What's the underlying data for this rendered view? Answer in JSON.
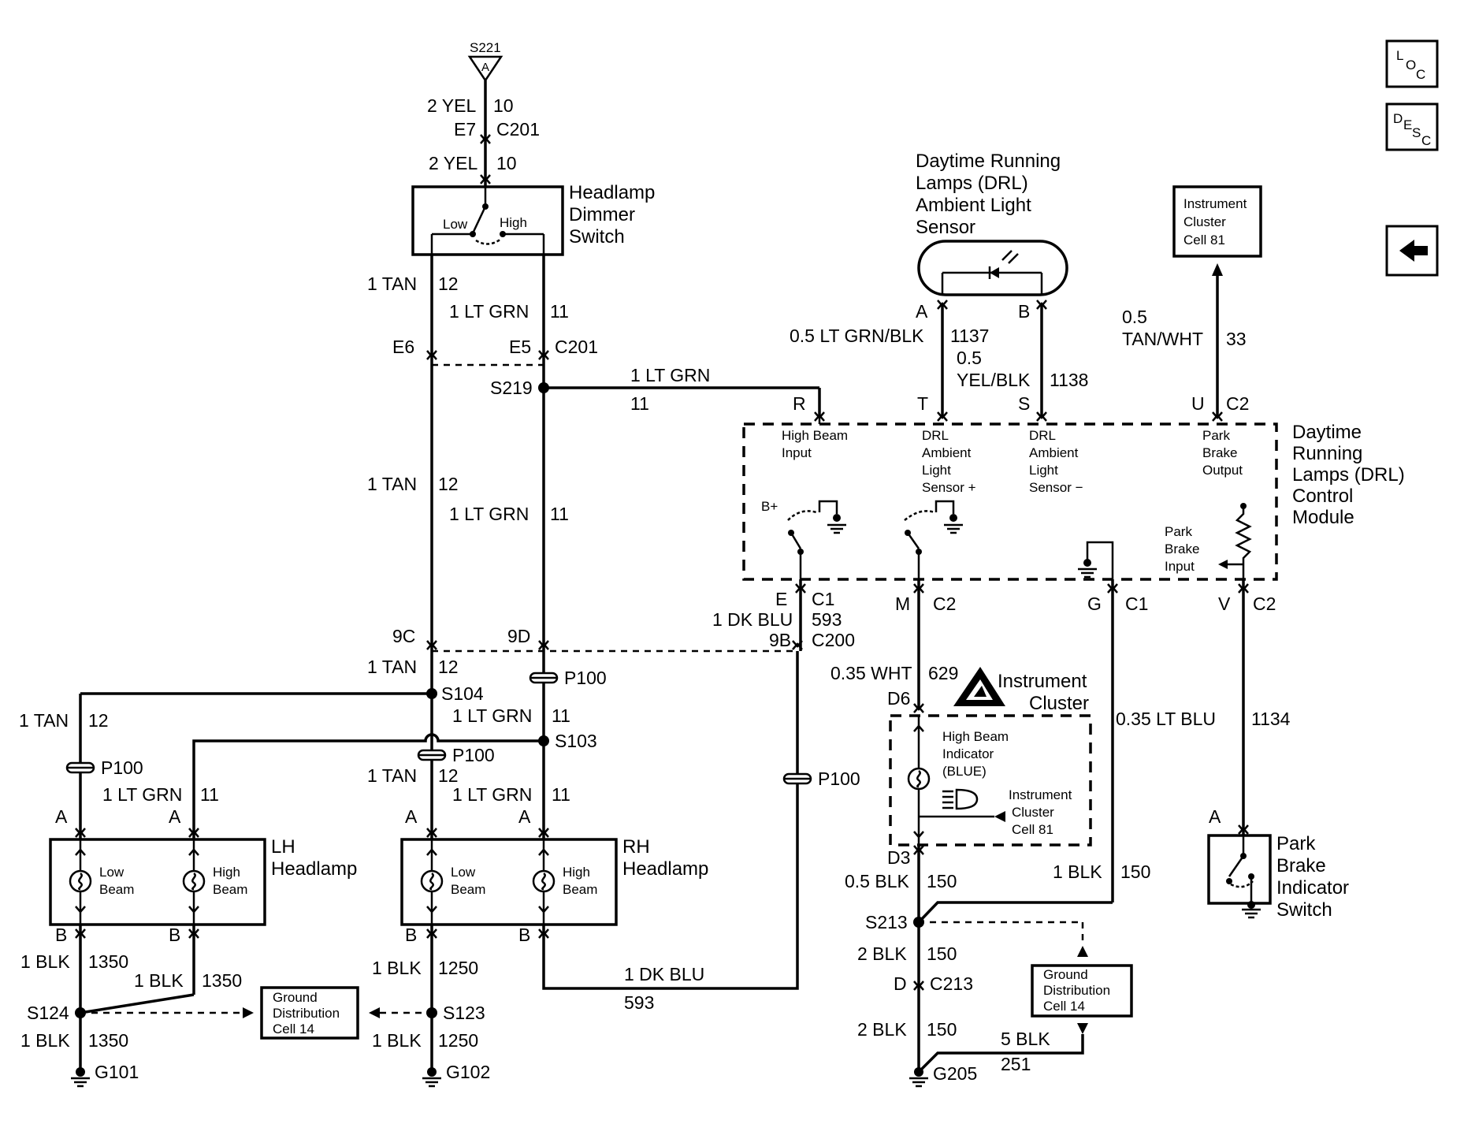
{
  "nav": {
    "loc_label": "LOC",
    "desc_label": "DESC",
    "back_icon": "arrow-left-icon"
  },
  "source": {
    "splice": "S221",
    "pin": "A"
  },
  "dimmer_switch": {
    "title": [
      "Headlamp",
      "Dimmer",
      "Switch"
    ],
    "low": "Low",
    "high": "High"
  },
  "drl_sensor": {
    "title": [
      "Daytime Running",
      "Lamps (DRL)",
      "Ambient Light",
      "Sensor"
    ],
    "pin_a": "A",
    "pin_b": "B"
  },
  "ic_cell_top": {
    "lines": [
      "Instrument",
      "Cluster",
      "Cell 81"
    ]
  },
  "drl_module": {
    "title": [
      "Daytime",
      "Running",
      "Lamps (DRL)",
      "Control",
      "Module"
    ],
    "inputs": {
      "high_beam": [
        "High Beam",
        "Input"
      ],
      "sensor_pos": [
        "DRL",
        "Ambient",
        "Light",
        "Sensor +"
      ],
      "sensor_neg": [
        "DRL",
        "Ambient",
        "Light",
        "Sensor −"
      ],
      "park_out": [
        "Park",
        "Brake",
        "Output"
      ],
      "park_in": [
        "Park",
        "Brake",
        "Input"
      ],
      "bplus": "B+"
    }
  },
  "instrument_cluster": {
    "title": [
      "Instrument",
      "Cluster"
    ],
    "indicator": [
      "High Beam",
      "Indicator",
      "(BLUE)"
    ],
    "cell": [
      "Instrument",
      "Cluster",
      "Cell 81"
    ]
  },
  "lh_headlamp": {
    "title": [
      "LH",
      "Headlamp"
    ]
  },
  "rh_headlamp": {
    "title": [
      "RH",
      "Headlamp"
    ]
  },
  "lamp_labels": {
    "low": [
      "Low",
      "Beam"
    ],
    "high": [
      "High",
      "Beam"
    ]
  },
  "park_switch": {
    "title": [
      "Park",
      "Brake",
      "Indicator",
      "Switch"
    ]
  },
  "ground_left": {
    "lines": [
      "Ground",
      "Distribution",
      "Cell 14"
    ]
  },
  "ground_right": {
    "lines": [
      "Ground",
      "Distribution",
      "Cell 14"
    ]
  },
  "labels": {
    "w_2yel_a": "2 YEL",
    "w_10_a": "10",
    "e7": "E7",
    "c201_a": "C201",
    "w_2yel_b": "2 YEL",
    "w_10_b": "10",
    "w_1tan_1": "1 TAN",
    "w_12_1": "12",
    "w_ltgrn_1": "1 LT GRN",
    "w_11_1": "11",
    "e6": "E6",
    "e5": "E5",
    "c201_b": "C201",
    "s219": "S219",
    "w_ltgrn_r": "1 LT GRN",
    "w_11_r": "11",
    "pin_r": "R",
    "w_1tan_2": "1 TAN",
    "w_12_2": "12",
    "w_ltgrn_2": "1 LT GRN",
    "w_11_2": "11",
    "c9c": "9C",
    "c9d": "9D",
    "w_1tan_3": "1 TAN",
    "w_12_3": "12",
    "p100_a": "P100",
    "s104": "S104",
    "w_1tan_4": "1 TAN",
    "w_12_4": "12",
    "w_ltgrn_4": "1 LT GRN",
    "w_11_4": "11",
    "s103": "S103",
    "p100_b": "P100",
    "p100_c": "P100",
    "w_ltgrn_5": "1 LT GRN",
    "w_11_5": "11",
    "w_1tan_5": "1 TAN",
    "w_12_5": "12",
    "w_ltgrn_6": "1 LT GRN",
    "w_11_6": "11",
    "pin_a1": "A",
    "pin_a2": "A",
    "pin_a3": "A",
    "pin_a4": "A",
    "pin_b1": "B",
    "pin_b2": "B",
    "pin_b3": "B",
    "pin_b4": "B",
    "w_blk_1": "1 BLK",
    "w_1350_1": "1350",
    "w_blk_2": "1 BLK",
    "w_1350_2": "1350",
    "s124": "S124",
    "w_blk_3": "1 BLK",
    "w_1350_3": "1350",
    "g101": "G101",
    "w_blk_4": "1 BLK",
    "w_1250_1": "1250",
    "s123": "S123",
    "w_blk_5": "1 BLK",
    "w_1250_2": "1250",
    "g102": "G102",
    "w_dkblu_b": "1 DK BLU",
    "w_593_b": "593",
    "w_ltgrnblk": "0.5 LT GRN/BLK",
    "w_1137": "1137",
    "w_05": "0.5",
    "w_yelblk": "YEL/BLK",
    "w_1138": "1138",
    "pin_t": "T",
    "pin_s": "S",
    "pin_u": "U",
    "c2_u": "C2",
    "w_05b": "0.5",
    "w_tanwht": "TAN/WHT",
    "w_33": "33",
    "pin_e": "E",
    "c1_e": "C1",
    "w_dkblu": "1 DK BLU",
    "w_593": "593",
    "c9b": "9B",
    "c200": "C200",
    "pin_m": "M",
    "c2_m": "C2",
    "pin_g": "G",
    "c1_g": "C1",
    "pin_v": "V",
    "c2_v": "C2",
    "w_wht": "0.35 WHT",
    "w_629": "629",
    "d6": "D6",
    "d3": "D3",
    "w_ltblu": "0.35 LT BLU",
    "w_1134": "1134",
    "pin_a_park": "A",
    "w_blk_6": "0.5 BLK",
    "w_150_1": "150",
    "w_blk_7": "1 BLK",
    "w_150_2": "150",
    "s213": "S213",
    "w_blk_8": "2 BLK",
    "w_150_3": "150",
    "pin_d": "D",
    "c213": "C213",
    "w_blk_9": "2 BLK",
    "w_150_4": "150",
    "w_blk_10": "5 BLK",
    "w_251": "251",
    "g205": "G205",
    "p100_d": "P100"
  }
}
